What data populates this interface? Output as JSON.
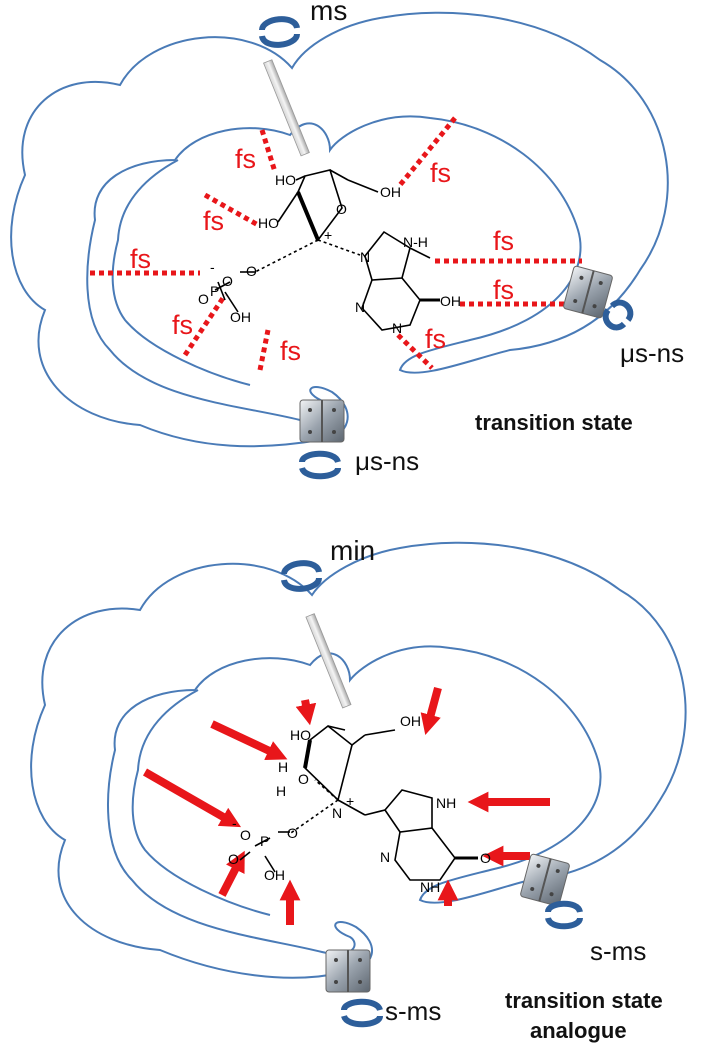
{
  "top_panel": {
    "timescale_top": "ms",
    "timescale_right": "μs-ns",
    "timescale_bottom": "μs-ns",
    "caption": "transition state",
    "fs_label": "fs"
  },
  "bottom_panel": {
    "timescale_top": "min",
    "timescale_right": "s-ms",
    "timescale_bottom": "s-ms",
    "caption_line1": "transition state",
    "caption_line2": "analogue"
  },
  "atoms": {
    "HO": "HO",
    "OH": "OH",
    "O": "O",
    "P": "P",
    "N": "N",
    "NH": "NH",
    "N_H": "N-H",
    "H": "H",
    "plus": "+",
    "minus": "-"
  },
  "colors": {
    "outline": "#4a7bb7",
    "red": "#e8161a",
    "rotation_arrow": "#2d5e9a",
    "hinge": "#9aa3ad"
  }
}
